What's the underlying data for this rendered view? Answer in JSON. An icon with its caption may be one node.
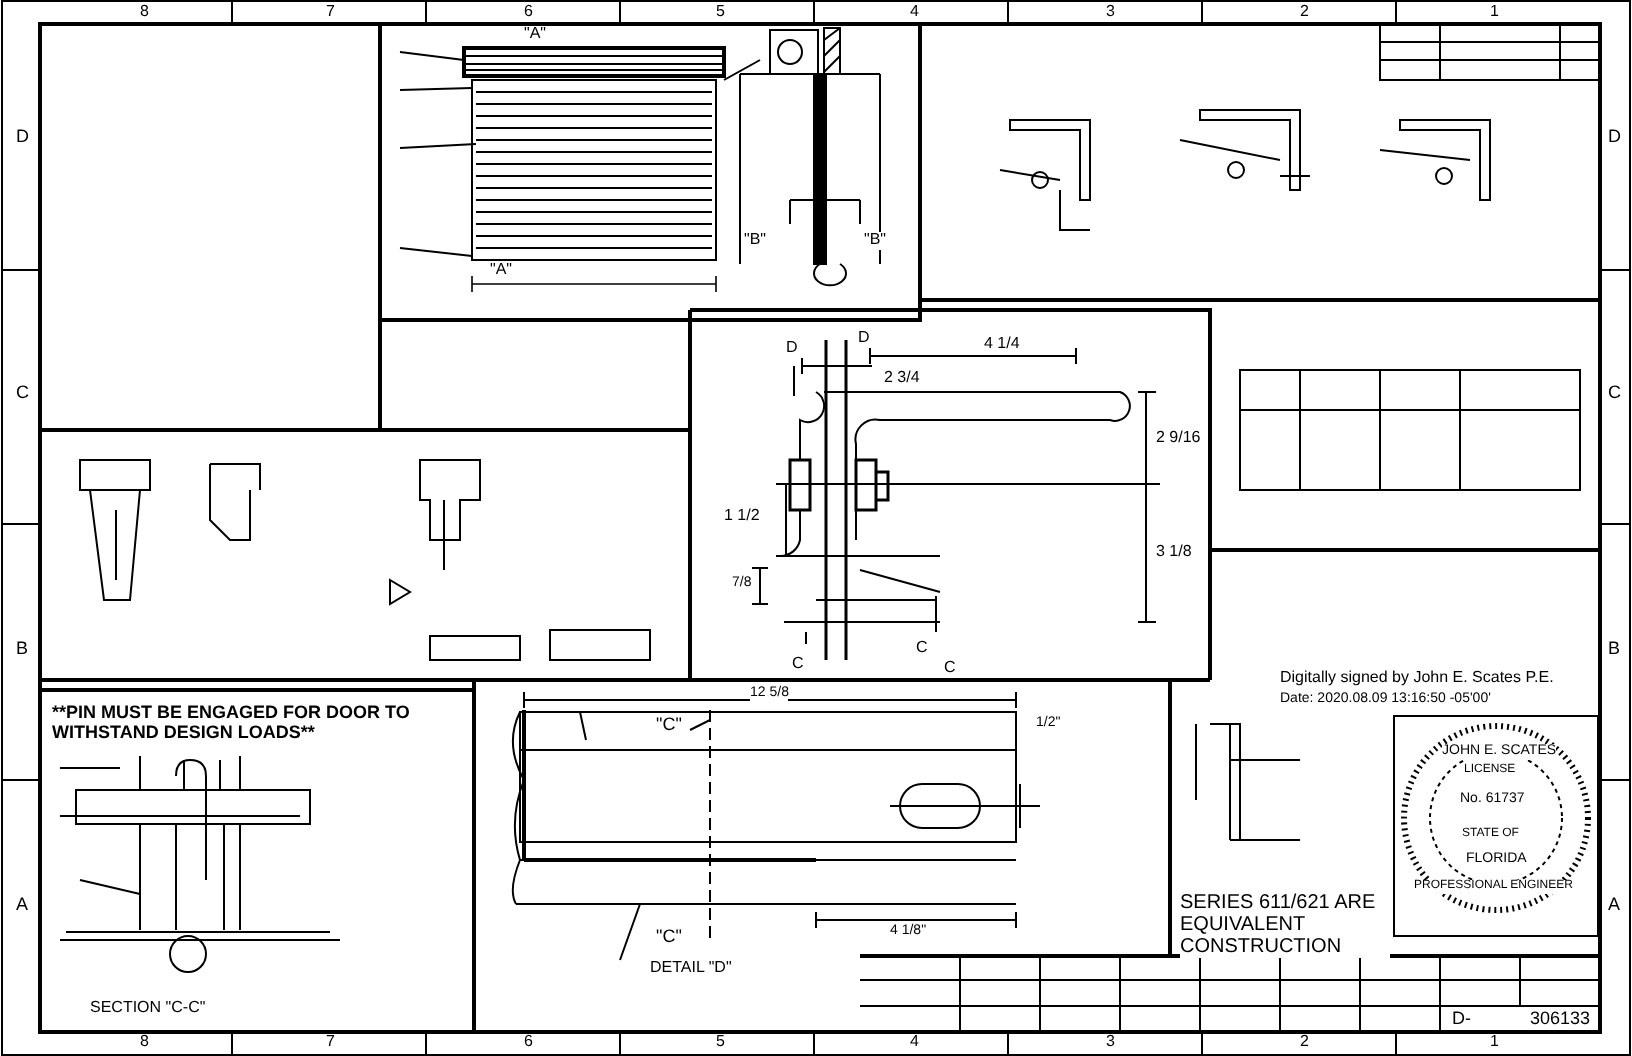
{
  "diagram": {
    "labels": [
      "8",
      "7",
      "6",
      "5",
      "4",
      "3",
      "2",
      "1",
      "D",
      "D",
      "\"A\"",
      "\"B\"",
      "\"B\"",
      "\"A\"",
      "D",
      "D",
      "4 1/4",
      "2 3/4",
      "2 9/16",
      "C",
      "C",
      "1 1/2",
      "3 1/8",
      "7/8",
      "C",
      "C",
      "C",
      "B",
      "B",
      "Digitally signed by John E. Scates P.E.",
      "Date: 2020.08.09 13:16:50 -05'00'",
      "12 5/8",
      "**PIN MUST BE ENGAGED FOR DOOR TO WITHSTAND DESIGN LOADS**",
      "\"C\"",
      "1/2\"",
      "JOHN E. SCATES",
      "LICENSE",
      "No. 61737",
      "STATE OF",
      "FLORIDA",
      "PROFESSIONAL ENGINEER",
      "A",
      "A",
      "SERIES 611/621 ARE EQUIVALENT CONSTRUCTION",
      "4 1/8\"",
      "\"C\"",
      "DETAIL \"D\"",
      "SECTION \"C-C\"",
      "D-",
      "306133",
      "8",
      "7",
      "6",
      "5",
      "4",
      "3",
      "2",
      "1"
    ]
  }
}
